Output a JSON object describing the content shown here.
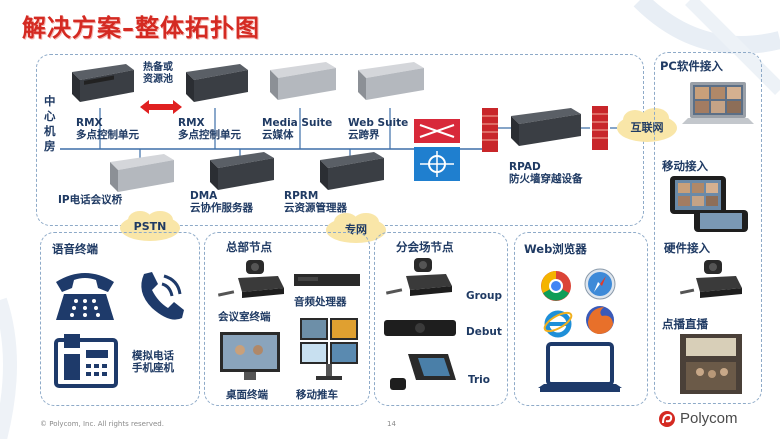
{
  "title": "解决方案–整体拓扑图",
  "center": {
    "label_chars": [
      "中",
      "心",
      "机",
      "房"
    ],
    "rmx1": {
      "name": "RMX",
      "desc": "多点控制单元"
    },
    "hotstandby": [
      "热备或",
      "资源池"
    ],
    "rmx2": {
      "name": "RMX",
      "desc": "多点控制单元"
    },
    "media": {
      "name": "Media Suite",
      "desc": "云媒体"
    },
    "web": {
      "name": "Web Suite",
      "desc": "云跨界"
    },
    "rpad": {
      "name": "RPAD",
      "desc": "防火墙穿越设备"
    },
    "ipbridge": "IP电话会议桥",
    "dma": {
      "name": "DMA",
      "desc": "云协作服务器"
    },
    "rprm": {
      "name": "RPRM",
      "desc": "云资源管理器"
    }
  },
  "clouds": {
    "internet": "互联网",
    "pstn": "PSTN",
    "private": "专网"
  },
  "pc": {
    "title": "PC软件接入",
    "mobile": "移动接入",
    "hardware": "硬件接入",
    "vod": "点播直播"
  },
  "voice": {
    "title": "语音终端",
    "fax_line1": "模拟电话",
    "fax_line2": "手机座机"
  },
  "hq": {
    "title": "总部节点",
    "conf": "会议室终端",
    "audio": "音频处理器",
    "desktop": "桌面终端",
    "cart": "移动推车"
  },
  "branch": {
    "title": "分会场节点",
    "group": "Group",
    "debut": "Debut",
    "trio": "Trio"
  },
  "browser": {
    "title": "Web浏览器"
  },
  "footer": {
    "copyright": "© Polycom, Inc. All rights reserved.",
    "page": "14",
    "brand": "Polycom"
  },
  "colors": {
    "title": "#d42a22",
    "text": "#1f3a63",
    "dash": "#8eaac8",
    "cloud": "#f9e6a8",
    "brand": "#d42a22"
  }
}
